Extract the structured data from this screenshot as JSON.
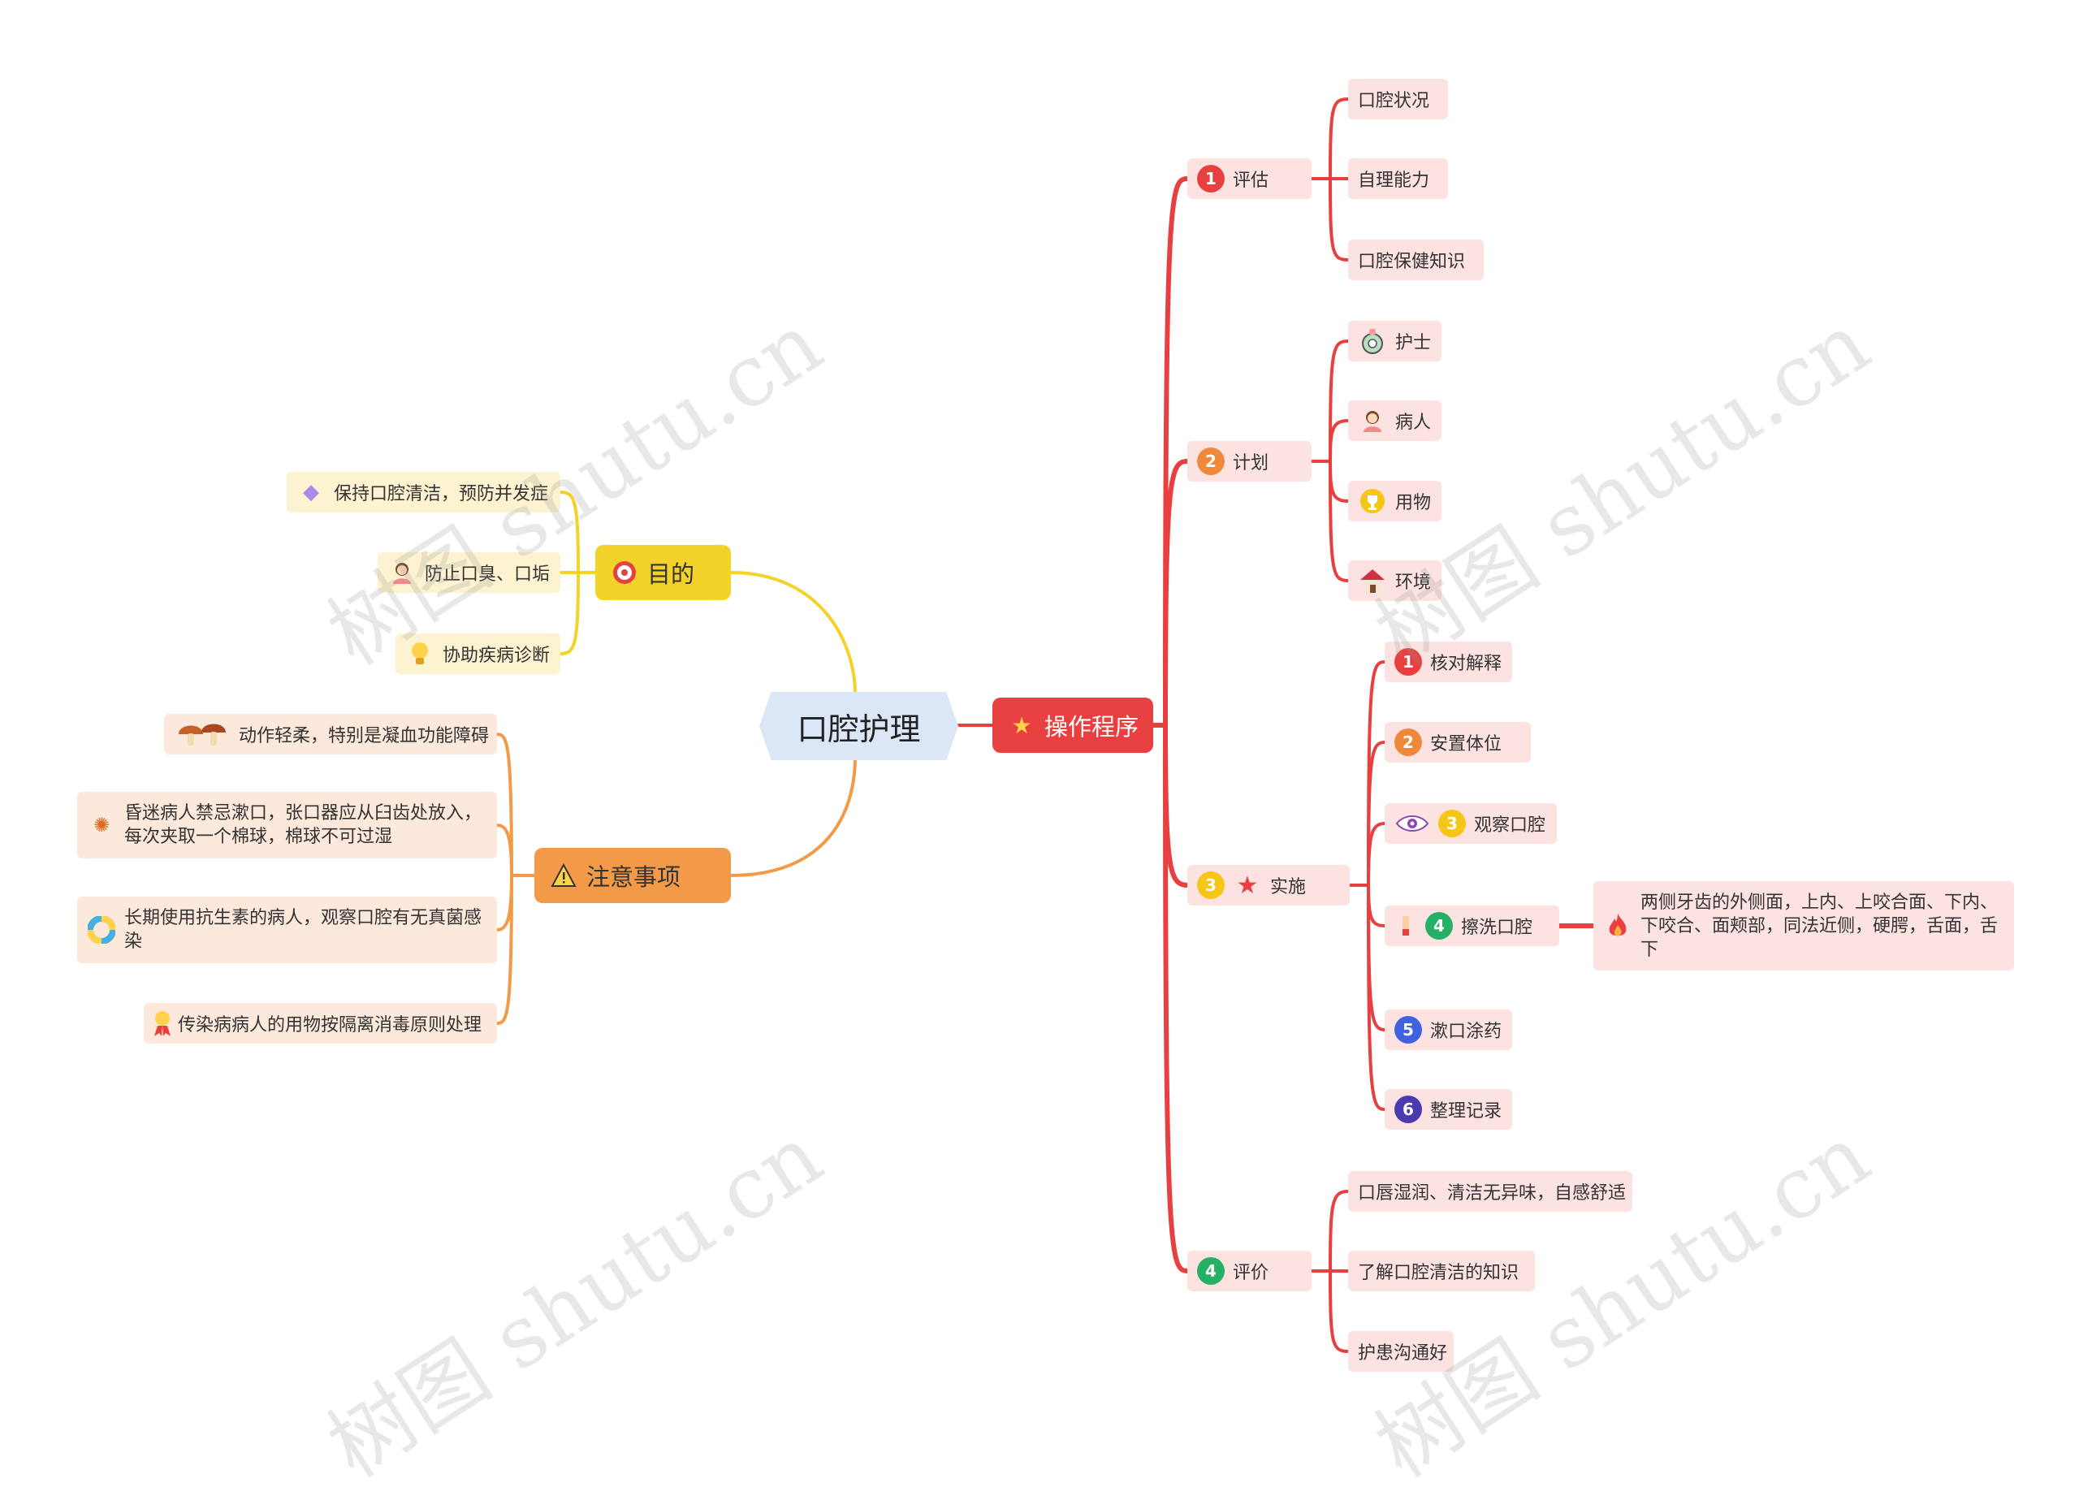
{
  "central": "口腔护理",
  "branches": {
    "purpose": {
      "label": "目的",
      "items": [
        "保持口腔清洁，预防并发症",
        "防止口臭、口垢",
        "协助疾病诊断"
      ]
    },
    "notes": {
      "label": "注意事项",
      "items": [
        "动作轻柔，特别是凝血功能障碍",
        "昏迷病人禁忌漱口，张口器应从臼齿处放入，每次夹取一个棉球，棉球不可过湿",
        "长期使用抗生素的病人，观察口腔有无真菌感染",
        "传染病病人的用物按隔离消毒原则处理"
      ]
    },
    "procedure": {
      "label": "操作程序",
      "steps": [
        {
          "num": "1",
          "label": "评估",
          "items": [
            "口腔状况",
            "自理能力",
            "口腔保健知识"
          ]
        },
        {
          "num": "2",
          "label": "计划",
          "items": [
            "护士",
            "病人",
            "用物",
            "环境"
          ]
        },
        {
          "num": "3",
          "label": "实施",
          "items": [
            {
              "num": "1",
              "label": "核对解释"
            },
            {
              "num": "2",
              "label": "安置体位"
            },
            {
              "num": "3",
              "label": "观察口腔"
            },
            {
              "num": "4",
              "label": "擦洗口腔",
              "detail": "两侧牙齿的外侧面，上内、上咬合面、下内、下咬合、面颊部，同法近侧，硬腭，舌面，舌下"
            },
            {
              "num": "5",
              "label": "漱口涂药"
            },
            {
              "num": "6",
              "label": "整理记录"
            }
          ]
        },
        {
          "num": "4",
          "label": "评价",
          "items": [
            "口唇湿润、清洁无异味，自感舒适",
            "了解口腔清洁的知识",
            "护患沟通好"
          ]
        }
      ]
    }
  },
  "watermark": "树图 shutu.cn",
  "colors": {
    "procedure": "#e84040",
    "purpose": "#f3d22a",
    "notes": "#f39a48",
    "central": "#dbe7f7",
    "num1": "#e84040",
    "num2": "#f0883a",
    "num3": "#f5c518",
    "num4": "#25b065",
    "num5": "#3f63e0",
    "num6": "#4a3bb0"
  }
}
